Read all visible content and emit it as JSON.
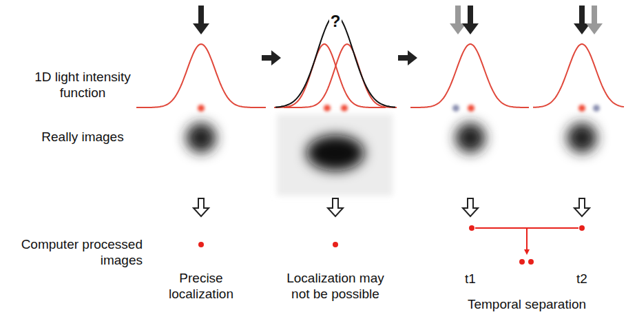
{
  "diagram": {
    "labels": [
      "1D light intensity function",
      "?",
      "Really images",
      "Computer processed images",
      "Precise localization",
      "Localization may not be possible",
      "t1",
      "t2",
      "Temporal separation"
    ]
  }
}
